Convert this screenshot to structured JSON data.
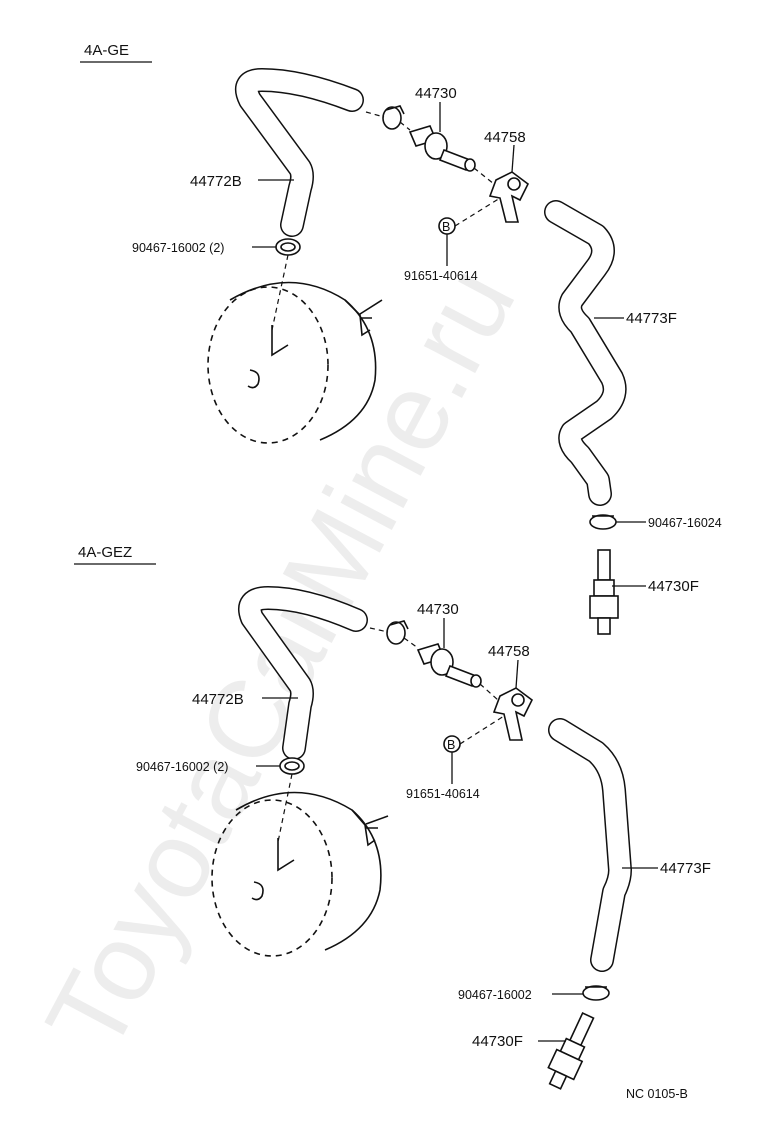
{
  "watermark": "ToyotaCarMine.ru",
  "sections": {
    "top": {
      "title": "4A-GE",
      "labels": {
        "valve": "44730",
        "bracket": "44758",
        "hose_left": "44772B",
        "clamp_left": "90467-16002 (2)",
        "bolt": "91651-40614",
        "hose_right": "44773F",
        "clamp_right": "90467-16024",
        "connector": "44730F"
      }
    },
    "bottom": {
      "title": "4A-GEZ",
      "labels": {
        "valve": "44730",
        "bracket": "44758",
        "hose_left": "44772B",
        "clamp_left": "90467-16002 (2)",
        "bolt": "91651-40614",
        "hose_right": "44773F",
        "clamp_right": "90467-16002",
        "connector": "44730F"
      }
    }
  },
  "bolt_marker": "B",
  "footer_code": "NC  0105-B"
}
